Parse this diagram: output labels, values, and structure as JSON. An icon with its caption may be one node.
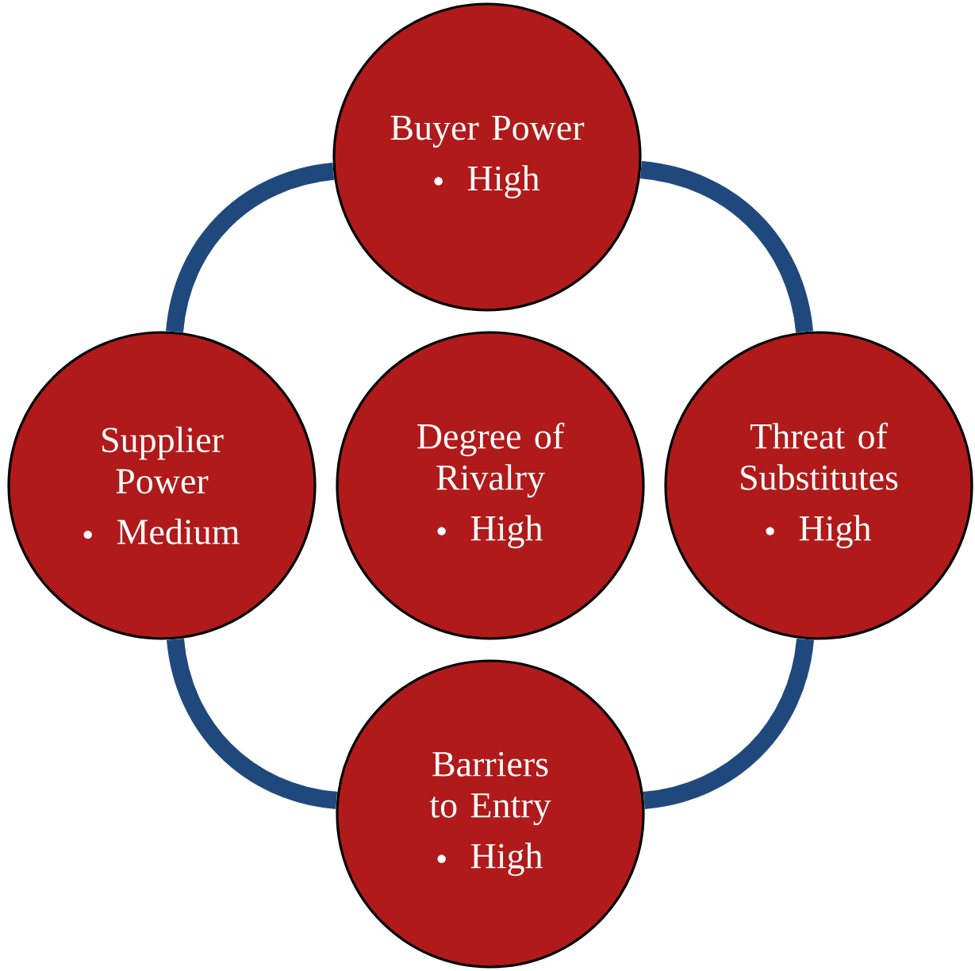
{
  "diagram": {
    "nodes": [
      {
        "text": [
          "Buyer Power",
          "High"
        ]
      },
      {
        "text": [
          "Supplier Power",
          "Medium"
        ]
      },
      {
        "text": [
          "Degree of Rivalry",
          "High"
        ]
      },
      {
        "text": [
          "Threat of Substitutes",
          "High"
        ]
      },
      {
        "text": [
          "Barriers to Entry",
          "High"
        ]
      }
    ],
    "edges": [
      {
        "from": 0,
        "to": 3,
        "arrow": "none"
      },
      {
        "from": 3,
        "to": 4,
        "arrow": "none"
      },
      {
        "from": 4,
        "to": 1,
        "arrow": "none"
      },
      {
        "from": 1,
        "to": 0,
        "arrow": "none"
      }
    ]
  }
}
